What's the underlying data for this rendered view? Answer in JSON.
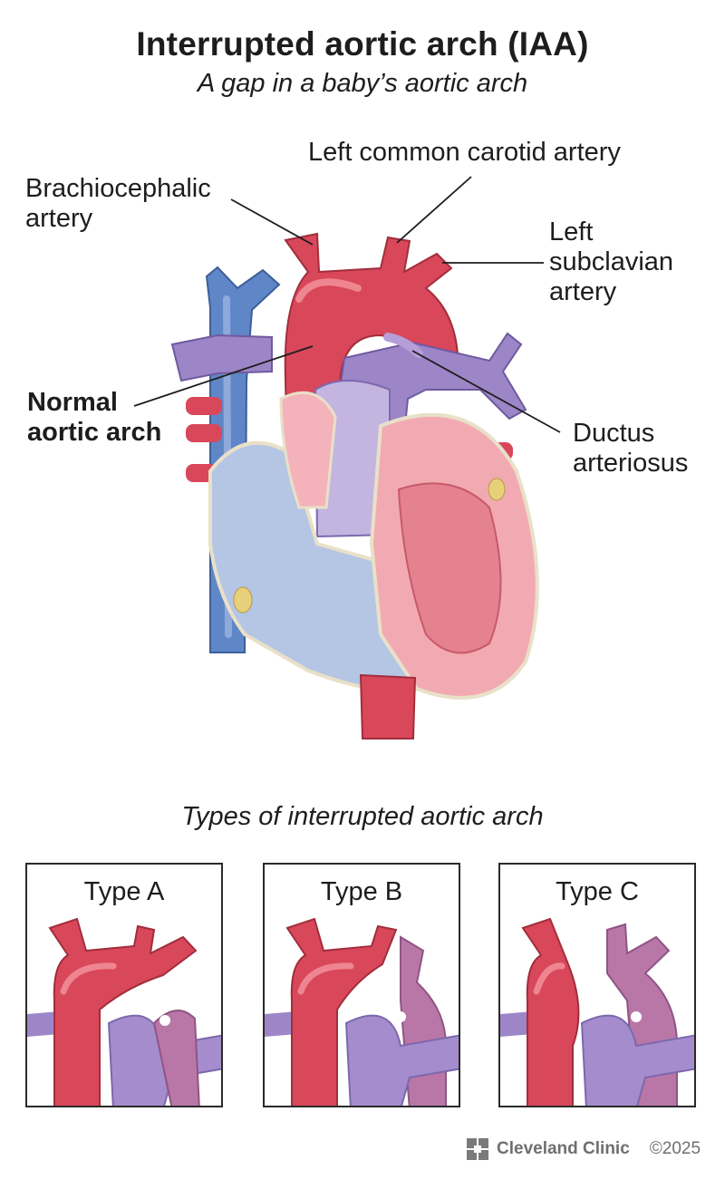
{
  "header": {
    "title": "Interrupted aortic arch (IAA)",
    "subtitle": "A gap in a baby’s aortic arch"
  },
  "labels": {
    "left_common_carotid": "Left common carotid artery",
    "brachiocephalic": "Brachiocephalic\nartery",
    "left_subclavian": "Left\nsubclavian\nartery",
    "normal_arch": "Normal\naortic arch",
    "ductus": "Ductus\narteriosus"
  },
  "types": {
    "heading": "Types of interrupted aortic arch",
    "panels": [
      {
        "title": "Type A"
      },
      {
        "title": "Type B"
      },
      {
        "title": "Type C"
      }
    ]
  },
  "footer": {
    "brand": "Cleveland Clinic",
    "copyright": "©2025"
  },
  "colors": {
    "artery_red": "#d9475a",
    "artery_dark": "#b8313f",
    "vein_blue": "#5f86c7",
    "atrium_blue": "#b4c6e4",
    "pulmonary_purple": "#9d86c7",
    "ventricle_pink": "#f2aab2"
  }
}
